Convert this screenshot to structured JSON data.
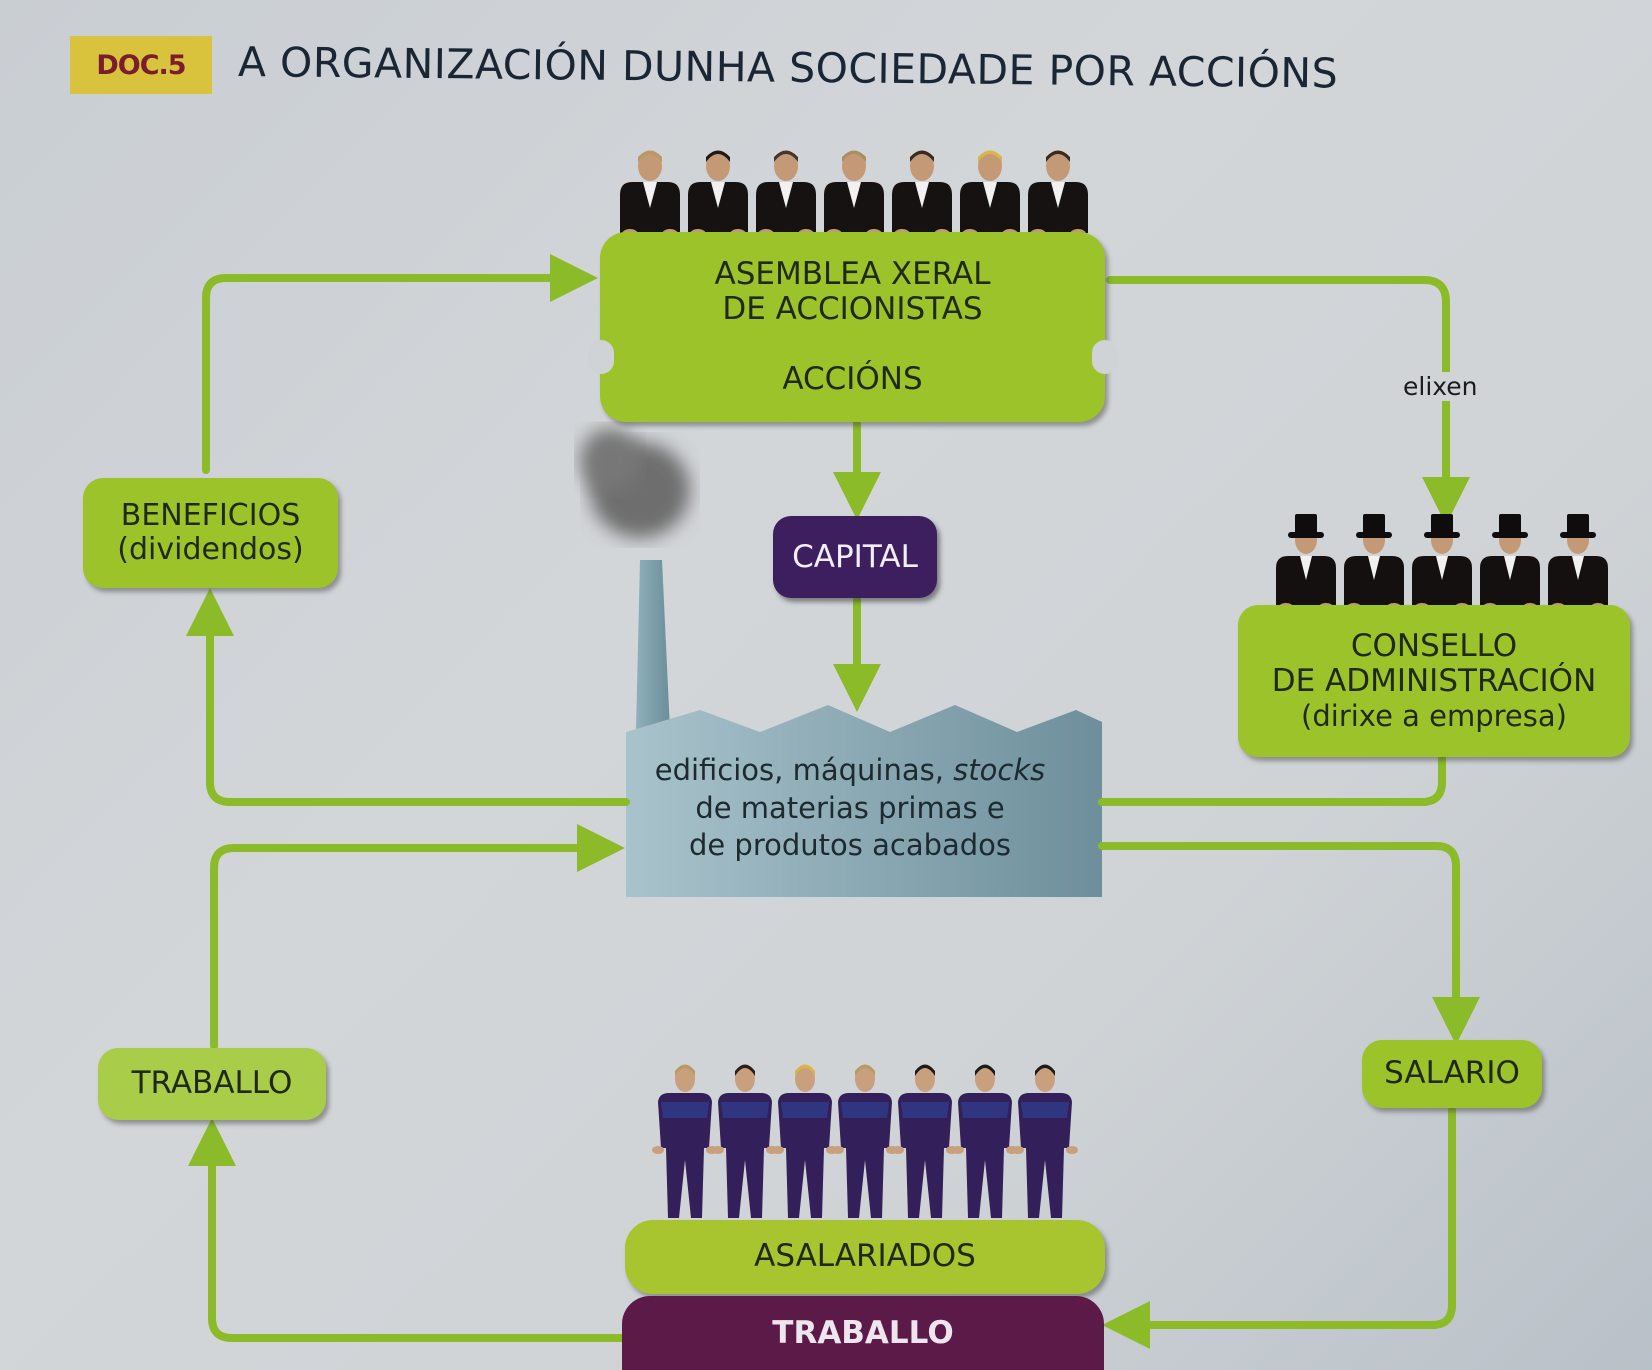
{
  "header": {
    "doc_label": "DOC.5",
    "title": "A ORGANIZACIÓN DUNHA SOCIEDADE POR ACCIÓNS"
  },
  "nodes": {
    "assembly": {
      "line1": "ASEMBLEA XERAL",
      "line2": "DE ACCIONISTAS",
      "shares": "ACCIÓNS",
      "figure_count": 7,
      "figure_type": "shareholder"
    },
    "capital": {
      "label": "CAPITAL"
    },
    "factory": {
      "line1_a": "edificios, máquinas, ",
      "line1_b": "stocks",
      "line2": "de materias primas e",
      "line3": "de produtos acabados"
    },
    "benefits": {
      "line1": "BENEFICIOS",
      "line2": "(dividendos)"
    },
    "council": {
      "line1": "CONSELLO",
      "line2": "DE ADMINISTRACIÓN",
      "line3": "(dirixe a empresa)",
      "figure_count": 5,
      "figure_type": "top-hat-director"
    },
    "salary": {
      "label": "SALARIO"
    },
    "work_left": {
      "label": "TRABALLO"
    },
    "employees": {
      "label": "ASALARIADOS",
      "figure_count": 7,
      "figure_type": "worker"
    },
    "work_bottom": {
      "label": "TRABALLO"
    }
  },
  "edges": [
    {
      "from": "benefits",
      "to": "assembly",
      "label": ""
    },
    {
      "from": "assembly",
      "to": "council",
      "label": "elixen"
    },
    {
      "from": "assembly",
      "to": "capital",
      "label": ""
    },
    {
      "from": "capital",
      "to": "factory",
      "label": ""
    },
    {
      "from": "factory",
      "to": "benefits",
      "label": ""
    },
    {
      "from": "council",
      "to": "factory",
      "label": ""
    },
    {
      "from": "factory",
      "to": "salary",
      "label": ""
    },
    {
      "from": "salary",
      "to": "work_bottom",
      "label": ""
    },
    {
      "from": "work_bottom",
      "to": "work_left",
      "label": ""
    },
    {
      "from": "work_left",
      "to": "factory",
      "label": ""
    }
  ],
  "colors": {
    "arrow": "#8cbb2a",
    "box_green": "#9dc32b",
    "capital": "#3d1f5f",
    "work_bottom": "#5c1a48",
    "factory": "#7d9eab",
    "doc_tag": "#d9c23c"
  }
}
